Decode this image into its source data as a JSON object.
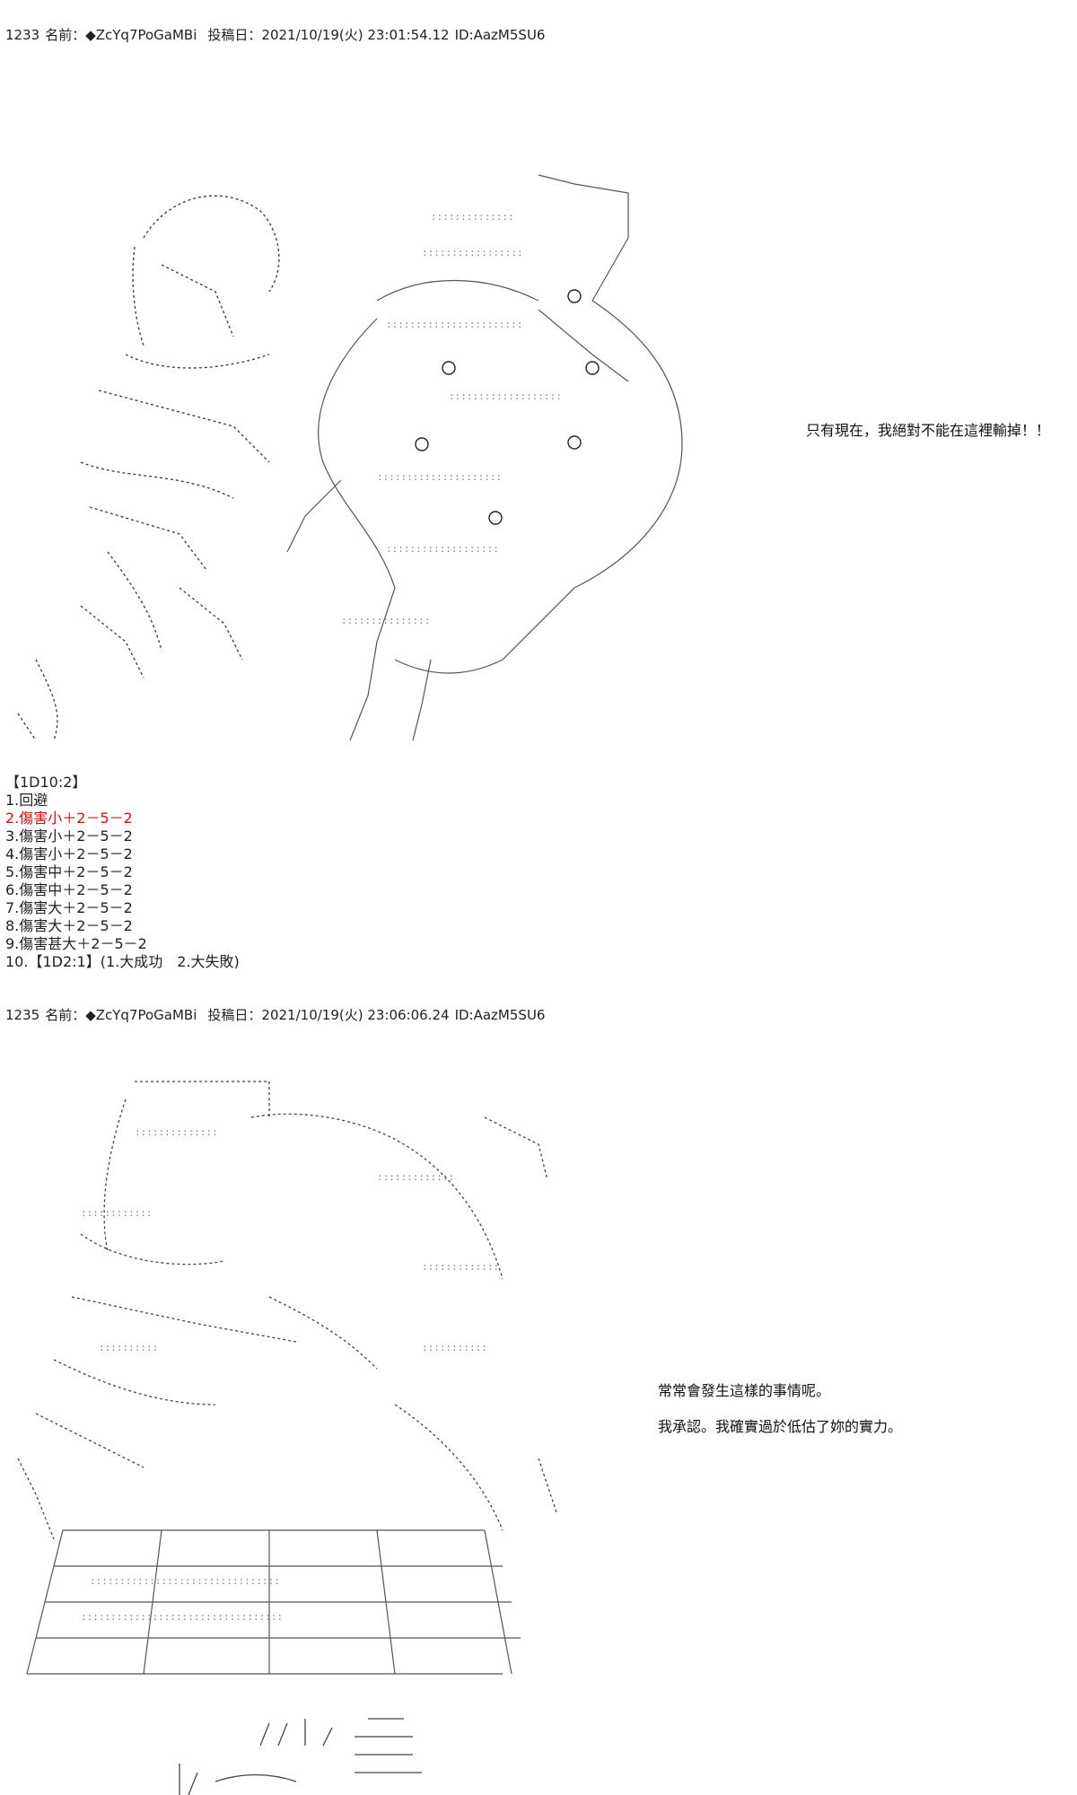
{
  "post1": {
    "number": "1233",
    "name_label": "名前：",
    "name": "◆ZcYq7PoGaMBi",
    "box": "",
    "date_label": "投稿日：",
    "date": "2021/10/19(火) 23:01:54.12",
    "id": "ID:AazM5SU6",
    "speech": "只有現在，我絕對不能在這裡輸掉！！"
  },
  "dice": {
    "header": "【1D10:2】",
    "items": [
      "1.回避",
      "2.傷害小＋2－5－2",
      "3.傷害小＋2－5－2",
      "4.傷害小＋2－5－2",
      "5.傷害中＋2－5－2",
      "6.傷害中＋2－5－2",
      "7.傷害大＋2－5－2",
      "8.傷害大＋2－5－2",
      "9.傷害甚大＋2－5－2",
      "10.【1D2:1】(1.大成功　2.大失敗)"
    ],
    "highlight_color": "#d01010"
  },
  "post2": {
    "number": "1235",
    "name_label": "名前：",
    "name": "◆ZcYq7PoGaMBi",
    "box": "",
    "date_label": "投稿日：",
    "date": "2021/10/19(火) 23:06:06.24",
    "id": "ID:AazM5SU6",
    "speech_line1": "常常會發生這樣的事情呢。",
    "speech_line2": "我承認。我確實過於低估了妳的實力。"
  }
}
